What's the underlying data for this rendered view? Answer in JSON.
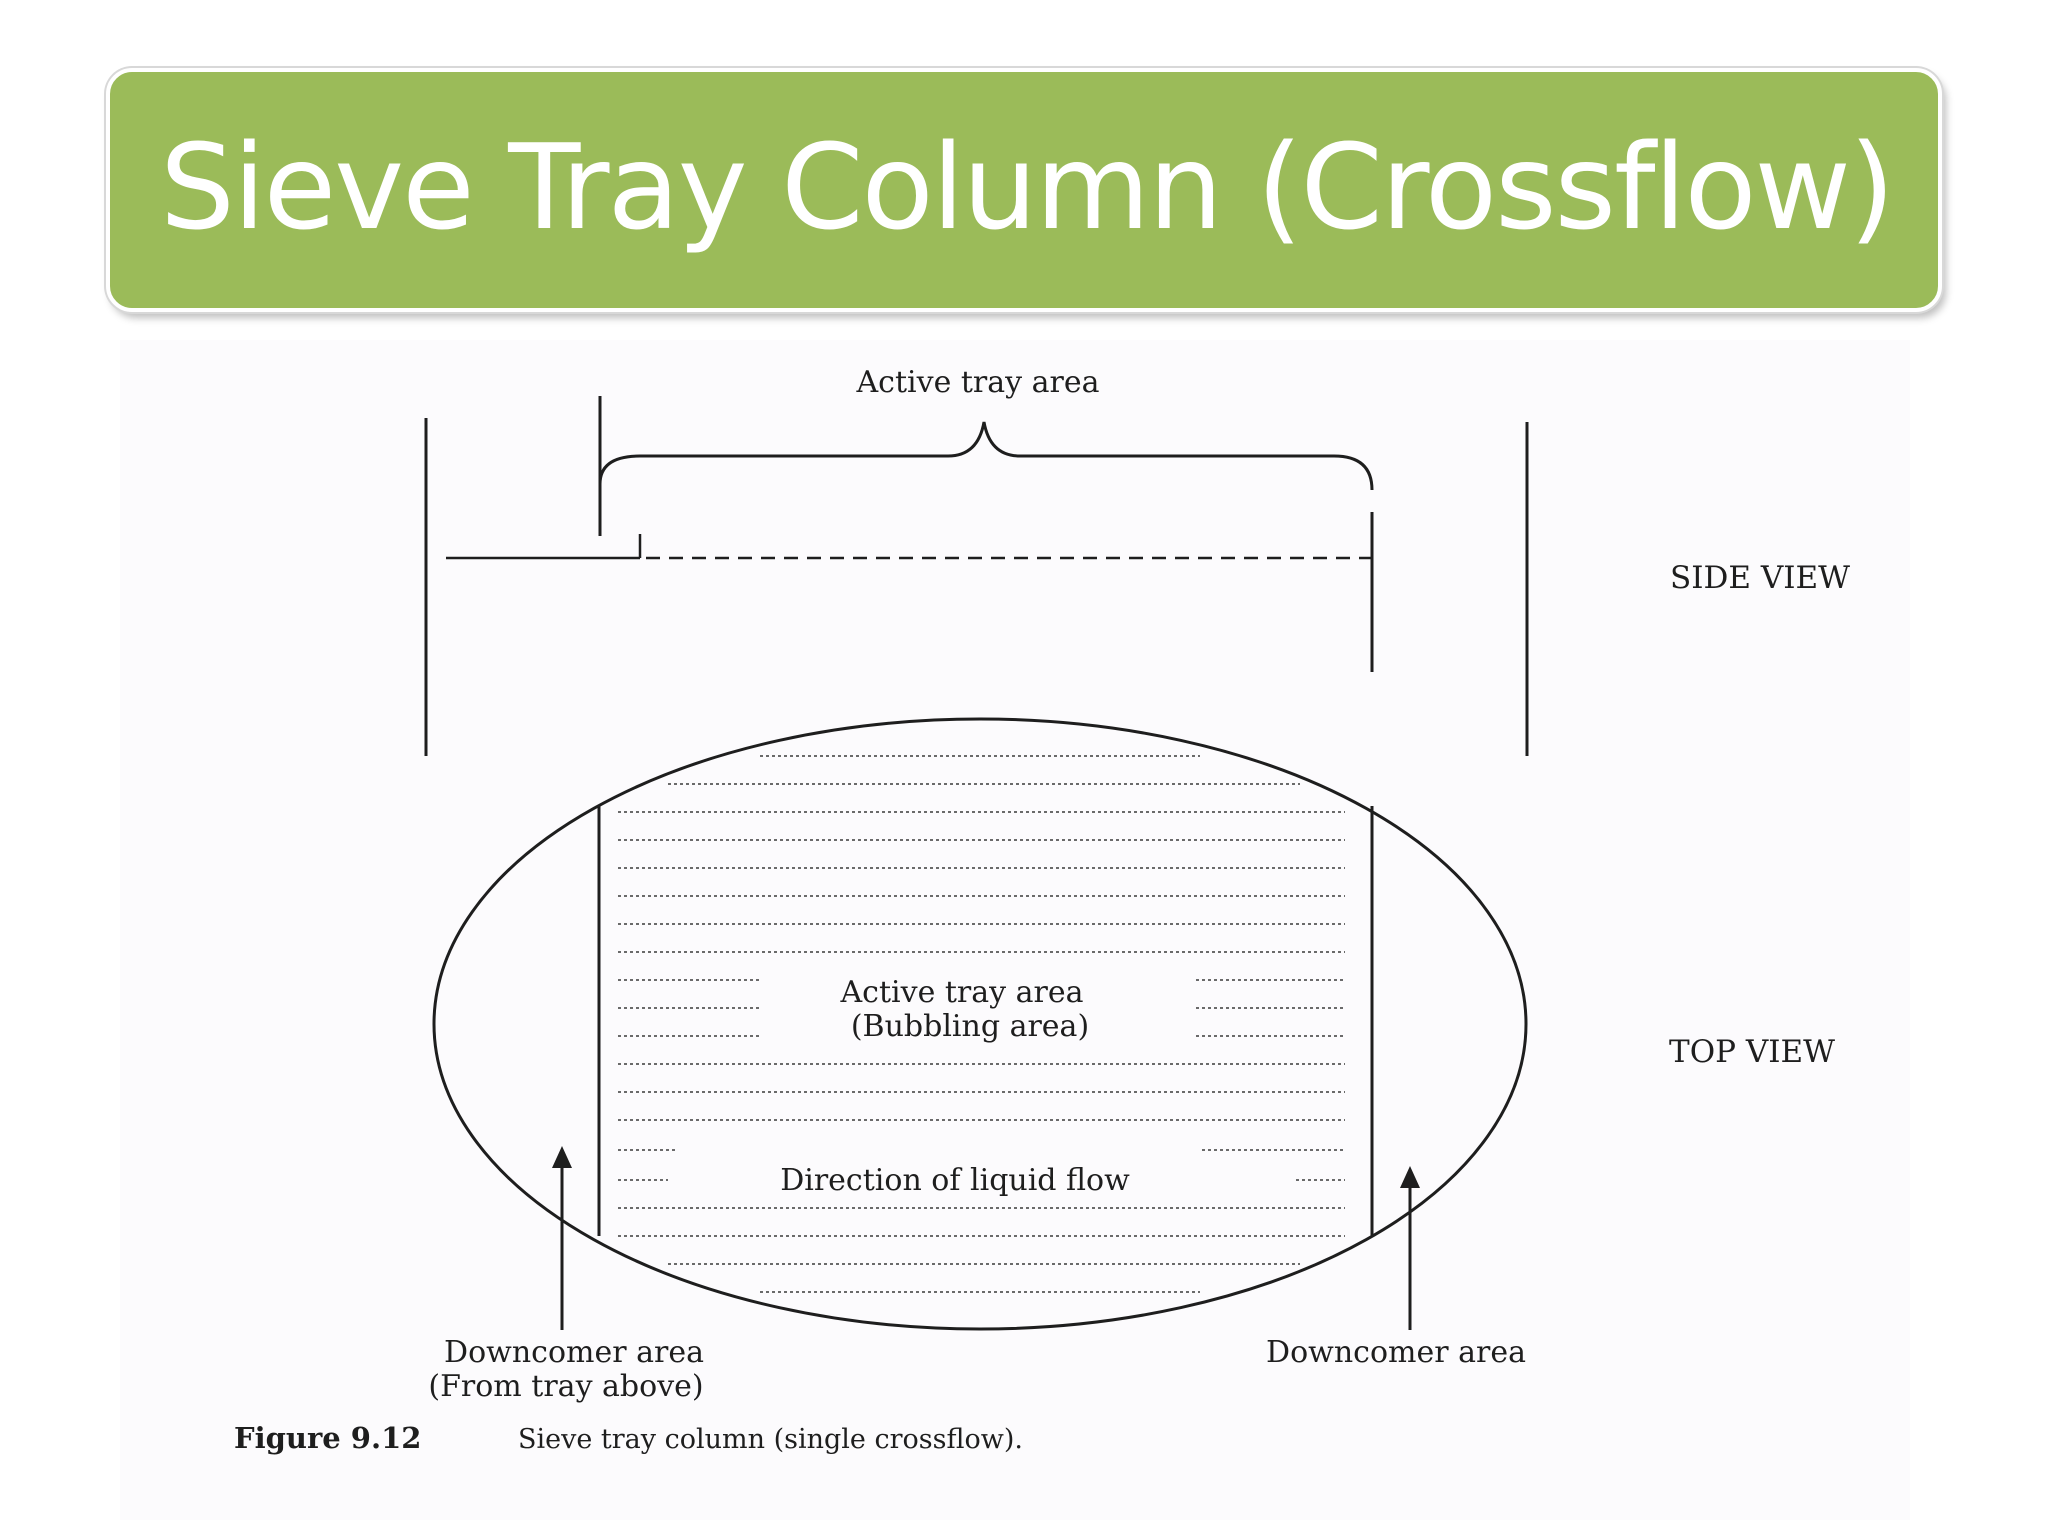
{
  "slide": {
    "title": "Sieve Tray Column (Crossflow)"
  },
  "diagram": {
    "side_view": {
      "label": "SIDE VIEW",
      "active_area_label": "Active tray area"
    },
    "top_view": {
      "label": "TOP VIEW",
      "active_area_line1": "Active tray area",
      "active_area_line2": "(Bubbling area)",
      "flow_label": "Direction of liquid flow",
      "left_downcomer_line1": "Downcomer area",
      "left_downcomer_line2": "(From tray above)",
      "right_downcomer": "Downcomer area"
    },
    "caption": {
      "number": "Figure 9.12",
      "text": "Sieve tray column (single crossflow)."
    }
  },
  "colors": {
    "title_banner": "#9bbb59",
    "title_text": "#ffffff",
    "line": "#1e1e1e"
  }
}
